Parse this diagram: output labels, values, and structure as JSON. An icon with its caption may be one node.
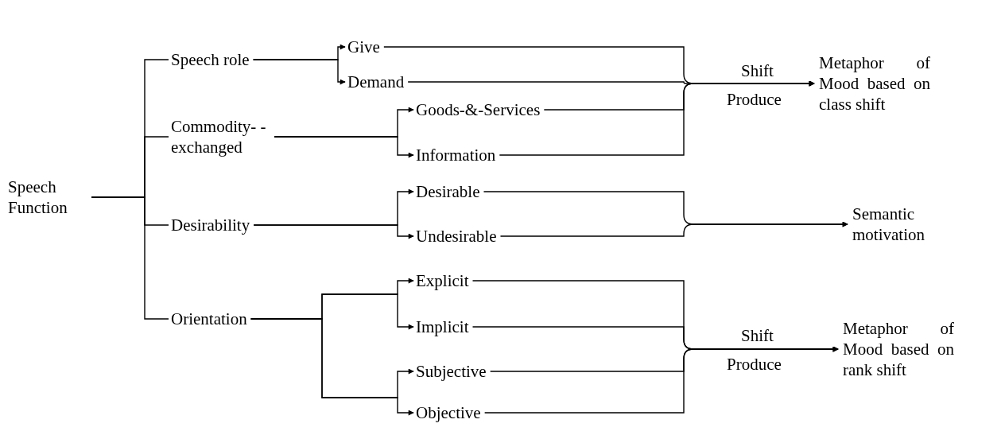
{
  "diagram": {
    "nodes": [
      {
        "text": [
          "Speech Function"
        ]
      },
      {
        "text": [
          "Speech role"
        ]
      },
      {
        "text": [
          "Give"
        ]
      },
      {
        "text": [
          "Demand"
        ]
      },
      {
        "text": [
          "Commodity- -exchanged"
        ]
      },
      {
        "text": [
          "Goods-&-Services"
        ]
      },
      {
        "text": [
          "Information"
        ]
      },
      {
        "text": [
          "Desirability"
        ]
      },
      {
        "text": [
          "Desirable"
        ]
      },
      {
        "text": [
          "Undesirable"
        ]
      },
      {
        "text": [
          "Orientation"
        ]
      },
      {
        "text": [
          "Explicit"
        ]
      },
      {
        "text": [
          "Implicit"
        ]
      },
      {
        "text": [
          "Subjective"
        ]
      },
      {
        "text": [
          "Objective"
        ]
      },
      {
        "text": [
          "Metaphor of Mood based on class shift"
        ]
      },
      {
        "text": [
          "Semantic motivation"
        ]
      },
      {
        "text": [
          "Metaphor of Mood based on rank shift"
        ]
      }
    ],
    "edges": [
      {
        "from": 0,
        "to": 1,
        "arrow": "none"
      },
      {
        "from": 0,
        "to": 4,
        "arrow": "none"
      },
      {
        "from": 0,
        "to": 7,
        "arrow": "none"
      },
      {
        "from": 0,
        "to": 10,
        "arrow": "none"
      },
      {
        "from": 1,
        "to": 2,
        "arrow": "to"
      },
      {
        "from": 1,
        "to": 3,
        "arrow": "to"
      },
      {
        "from": 4,
        "to": 5,
        "arrow": "to"
      },
      {
        "from": 4,
        "to": 6,
        "arrow": "to"
      },
      {
        "from": 7,
        "to": 8,
        "arrow": "to"
      },
      {
        "from": 7,
        "to": 9,
        "arrow": "to"
      },
      {
        "from": 10,
        "to": 11,
        "arrow": "to"
      },
      {
        "from": 10,
        "to": 12,
        "arrow": "to"
      },
      {
        "from": 10,
        "to": 13,
        "arrow": "to"
      },
      {
        "from": 10,
        "to": 14,
        "arrow": "to"
      },
      {
        "from": 2,
        "to": 15,
        "arrow": "to",
        "label": "Shift"
      },
      {
        "from": 3,
        "to": 15,
        "arrow": "to"
      },
      {
        "from": 5,
        "to": 15,
        "arrow": "to"
      },
      {
        "from": 6,
        "to": 15,
        "arrow": "to"
      },
      {
        "from": 8,
        "to": 16,
        "arrow": "to"
      },
      {
        "from": 9,
        "to": 16,
        "arrow": "to"
      },
      {
        "from": 11,
        "to": 17,
        "arrow": "to",
        "label": "Shift"
      },
      {
        "from": 12,
        "to": 17,
        "arrow": "to"
      },
      {
        "from": 13,
        "to": 17,
        "arrow": "to"
      },
      {
        "from": 14,
        "to": 17,
        "arrow": "to"
      }
    ],
    "labels": [
      "Produce",
      "Produce"
    ]
  }
}
